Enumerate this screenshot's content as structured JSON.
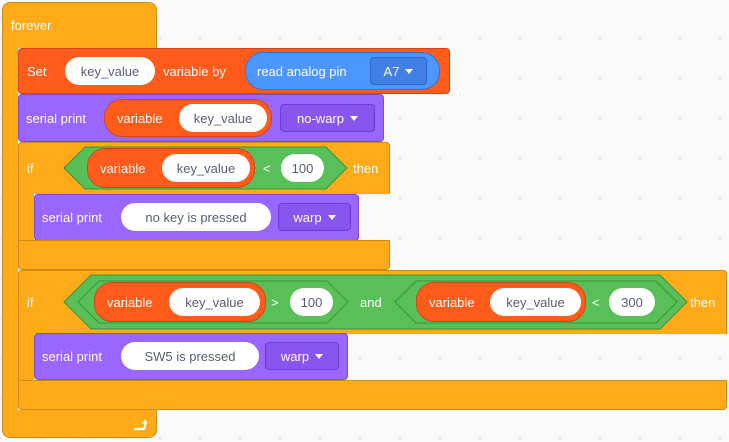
{
  "forever": {
    "label": "forever"
  },
  "set_block": {
    "label": "Set",
    "variable_name": "key_value",
    "mid_label": "variable by",
    "reporter_label": "read analog pin",
    "pin": "A7"
  },
  "serial_print_1": {
    "label": "serial print",
    "reporter_label": "variable",
    "variable_name": "key_value",
    "mode": "no-warp"
  },
  "if_1": {
    "label": "if",
    "then_label": "then",
    "condition": {
      "reporter_label": "variable",
      "variable_name": "key_value",
      "operator": "<",
      "value": "100"
    },
    "body": {
      "label": "serial print",
      "text": "no key is pressed",
      "mode": "warp"
    }
  },
  "if_2": {
    "label": "if",
    "then_label": "then",
    "logic_operator": "and",
    "left": {
      "reporter_label": "variable",
      "variable_name": "key_value",
      "operator": ">",
      "value": "100"
    },
    "right": {
      "reporter_label": "variable",
      "variable_name": "key_value",
      "operator": "<",
      "value": "300"
    },
    "body": {
      "label": "serial print",
      "text": "SW5 is pressed",
      "mode": "warp"
    }
  },
  "colors": {
    "control": "#ffab19",
    "variables": "#ff5b1a",
    "serial": "#9966ff",
    "pins": "#4c97ff",
    "operators": "#59c059"
  },
  "icons": {
    "loop_arrow": "loop-arrow-icon",
    "dropdown": "caret-down-icon"
  }
}
